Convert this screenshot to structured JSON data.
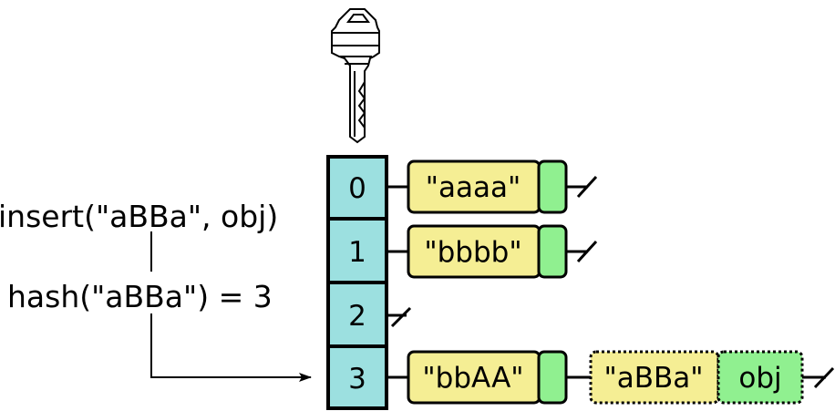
{
  "colors": {
    "bucket_fill": "#9ce0e0",
    "key_fill": "#f5ee94",
    "value_fill": "#90f090",
    "stroke": "#000000"
  },
  "operation": {
    "insert_call": "insert(\"aBBa\", obj)",
    "hash_call": "hash(\"aBBa\") = 3"
  },
  "key_icon": "key-icon",
  "buckets": [
    {
      "index": "0",
      "chain": [
        {
          "key": "\"aaaa\"",
          "value": "",
          "state": "existing"
        }
      ]
    },
    {
      "index": "1",
      "chain": [
        {
          "key": "\"bbbb\"",
          "value": "",
          "state": "existing"
        }
      ]
    },
    {
      "index": "2",
      "chain": []
    },
    {
      "index": "3",
      "chain": [
        {
          "key": "\"bbAA\"",
          "value": "",
          "state": "existing"
        },
        {
          "key": "\"aBBa\"",
          "value": "obj",
          "state": "new"
        }
      ]
    }
  ]
}
